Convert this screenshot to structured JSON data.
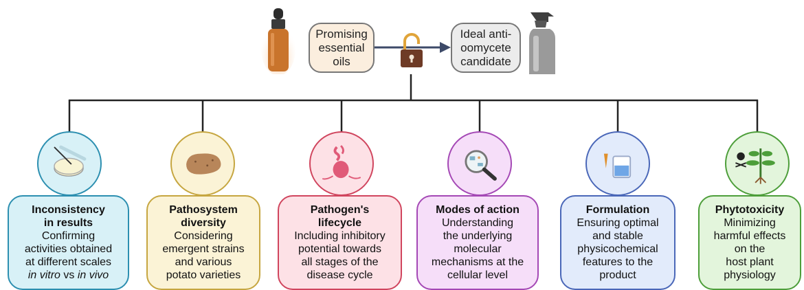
{
  "top": {
    "source_label": "Promising\nessential\noils",
    "target_label": "Ideal anti-\noomycete\ncandidate"
  },
  "icons": {
    "dropper_bottle": "dropper-bottle-icon",
    "padlock": "padlock-open-icon",
    "spray_bottle": "spray-bottle-icon"
  },
  "cards": [
    {
      "title": "Inconsistency\nin results",
      "desc": "Confirming\nactivities obtained\nat different scales",
      "desc_extra_a": "in vitro",
      "desc_extra_mid": " vs ",
      "desc_extra_b": "in vivo",
      "icon": "petri-dish-icon",
      "border": "#2c8fb0",
      "fill": "#d8f1f7"
    },
    {
      "title": "Pathosystem\ndiversity",
      "desc": "Considering\nemergent strains\nand various\npotato varieties",
      "icon": "potato-icon",
      "border": "#c6a640",
      "fill": "#fbf3d6"
    },
    {
      "title": "Pathogen's\nlifecycle",
      "desc": "Including inhibitory\npotential towards\nall stages of the\ndisease cycle",
      "icon": "pathogen-icon",
      "border": "#d0455e",
      "fill": "#fde1e6"
    },
    {
      "title": "Modes of action",
      "desc": "Understanding\nthe underlying\nmolecular\nmechanisms at the\ncellular level",
      "icon": "microscope-magnifier-icon",
      "border": "#a448b5",
      "fill": "#f6def9"
    },
    {
      "title": "Formulation",
      "desc": "Ensuring optimal\nand stable\nphysicochemical\nfeatures to the\nproduct",
      "icon": "beaker-icon",
      "border": "#4a67b8",
      "fill": "#e2ebfb"
    },
    {
      "title": "Phytotoxicity",
      "desc": "Minimizing\nharmful effects\non the\nhost plant\nphysiology",
      "icon": "toxic-plant-icon",
      "border": "#4d9e3a",
      "fill": "#e3f5dc"
    }
  ]
}
